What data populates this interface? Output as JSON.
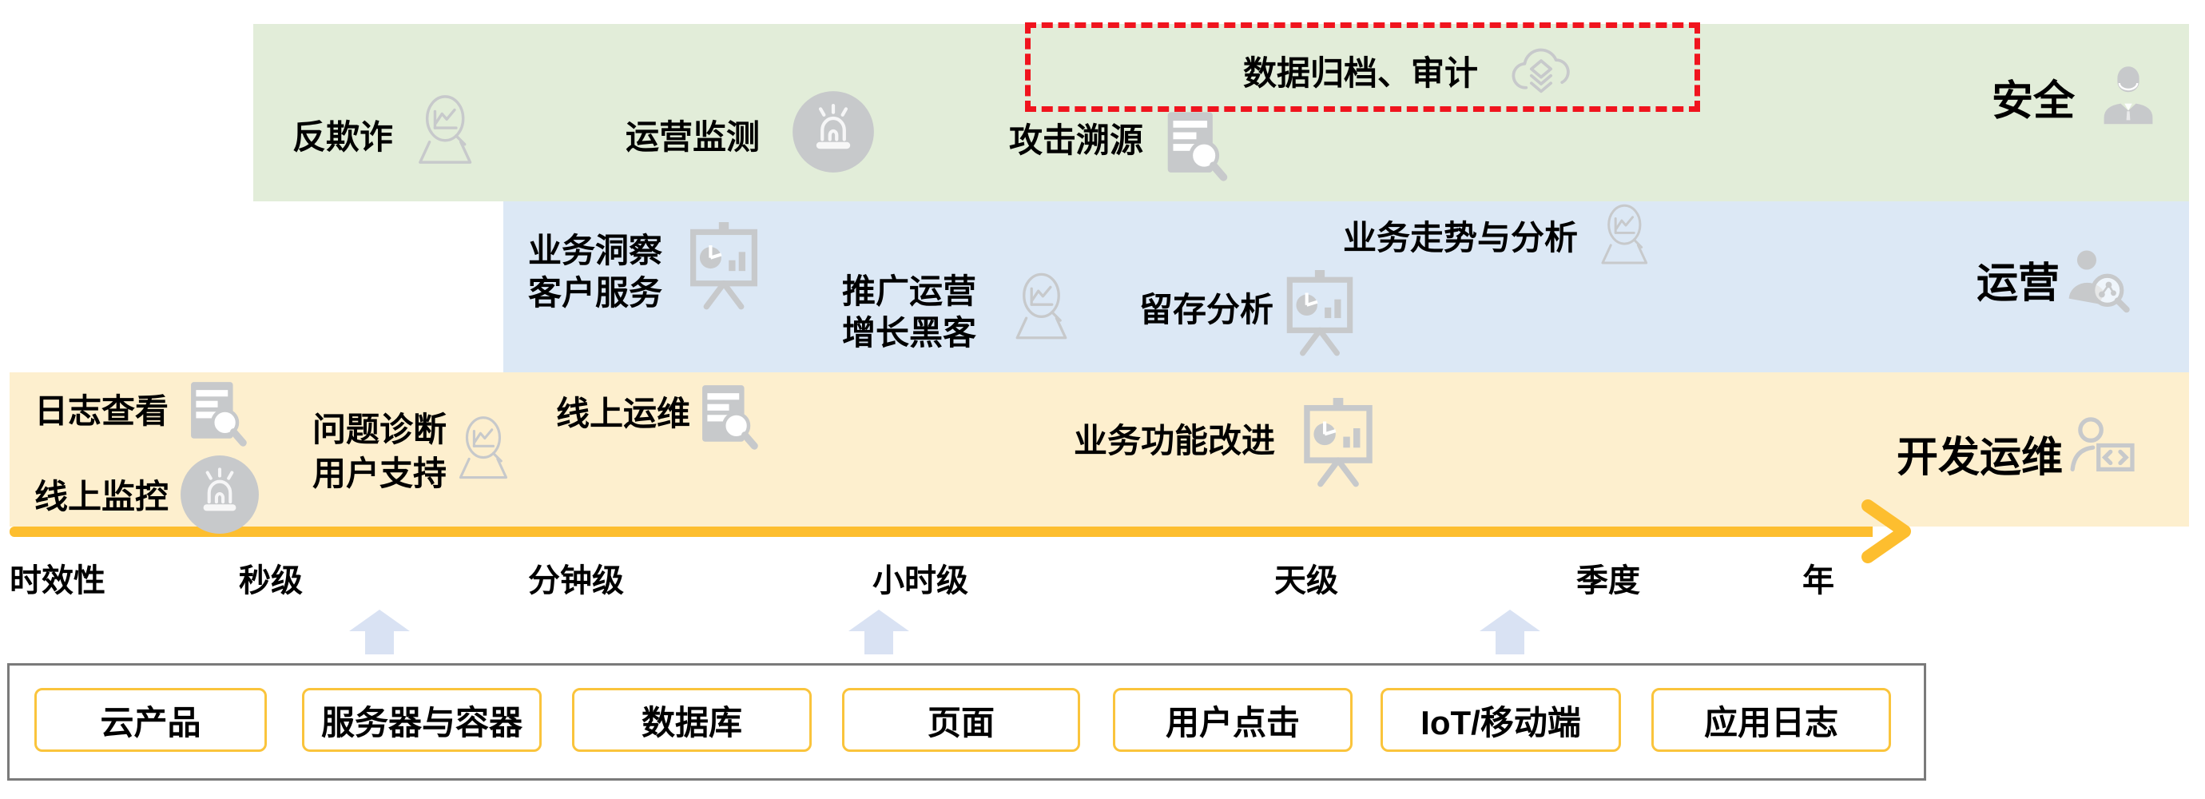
{
  "diagram": {
    "title_hint": "log-analytics use cases by latency (时效性) across security / operations / devops roles",
    "bands": {
      "security": {
        "label": "安全",
        "items": {
          "anti_fraud": {
            "label": "反欺诈"
          },
          "ops_monitoring": {
            "label": "运营监测"
          },
          "attack_tracing": {
            "label": "攻击溯源"
          },
          "data_archive_audit": {
            "label": "数据归档、审计"
          }
        }
      },
      "operations": {
        "label": "运营",
        "items": {
          "business_insight": {
            "line1": "业务洞察",
            "line2": "客户服务"
          },
          "growth": {
            "line1": "推广运营",
            "line2": "增长黑客"
          },
          "retention": {
            "label": "留存分析"
          },
          "trend_analysis": {
            "label": "业务走势与分析"
          }
        }
      },
      "devops": {
        "label": "开发运维",
        "items": {
          "log_view": {
            "label": "日志查看"
          },
          "online_monitoring": {
            "label": "线上监控"
          },
          "diagnosis": {
            "line1": "问题诊断",
            "line2": "用户支持"
          },
          "online_ops": {
            "label": "线上运维"
          },
          "feature_improvement": {
            "label": "业务功能改进"
          }
        }
      }
    },
    "timeline": {
      "axis_label": "时效性",
      "ticks": [
        "秒级",
        "分钟级",
        "小时级",
        "天级",
        "季度",
        "年"
      ]
    },
    "sources": [
      "云产品",
      "服务器与容器",
      "数据库",
      "页面",
      "用户点击",
      "IoT/移动端",
      "应用日志"
    ],
    "icons": {
      "anti_fraud": "magnifier-chart-icon",
      "ops_monitoring": "siren-icon",
      "attack_tracing": "document-search-icon",
      "data_archive_audit": "cloud-layers-icon",
      "security_role": "businessman-icon",
      "business_insight": "presentation-chart-icon",
      "growth": "magnifier-chart-icon",
      "retention": "presentation-chart-icon",
      "trend_analysis": "magnifier-chart-icon",
      "operations_role": "person-analytics-icon",
      "log_view": "document-search-icon",
      "online_monitoring": "siren-icon",
      "diagnosis": "magnifier-chart-icon",
      "online_ops": "document-search-icon",
      "feature_improvement": "presentation-chart-icon",
      "devops_role": "person-code-icon",
      "ingest": "up-arrow-icon",
      "timeline": "right-arrow-axis"
    },
    "colors": {
      "security_band": "#E2EDD9",
      "operations_band": "#DCE8F5",
      "devops_band": "#FDEFCE",
      "timeline_arrow": "#FDBE2F",
      "highlight_dashed_border": "#F0141E",
      "source_box_border": "#FAC43C",
      "source_container_border": "#7A7A7A",
      "ingest_arrow": "#D9E2F3",
      "icon_gray": "#C7C9CB",
      "text": "#000000"
    }
  }
}
